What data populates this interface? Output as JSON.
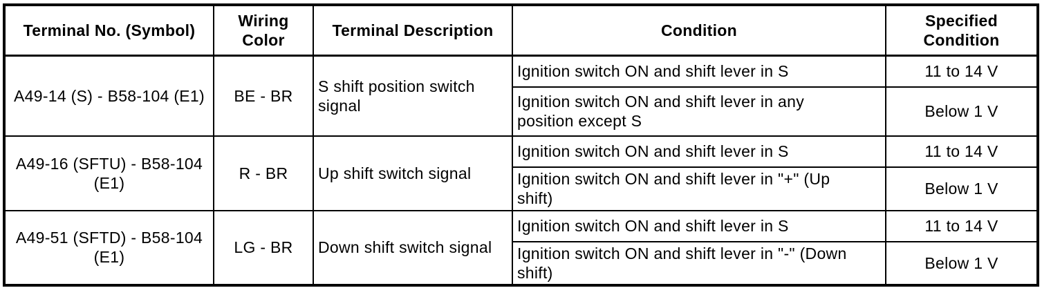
{
  "colors": {
    "background": "#ffffff",
    "border": "#000000",
    "text": "#000000"
  },
  "table": {
    "headers": [
      "Terminal No. (Symbol)",
      "Wiring Color",
      "Terminal Description",
      "Condition",
      "Specified Condition"
    ],
    "rows": [
      {
        "terminal": "A49-14 (S) - B58-104 (E1)",
        "wiring_color": "BE - BR",
        "description": "S shift position switch signal",
        "conditions": [
          {
            "condition": "Ignition switch ON and shift lever in S",
            "specified": "11 to 14 V"
          },
          {
            "condition": "Ignition switch ON and shift lever in any\nposition except S",
            "specified": "Below 1 V"
          }
        ]
      },
      {
        "terminal": "A49-16 (SFTU) - B58-104 (E1)",
        "wiring_color": "R - BR",
        "description": "Up shift switch signal",
        "conditions": [
          {
            "condition": "Ignition switch ON and shift lever in S",
            "specified": "11 to 14 V"
          },
          {
            "condition": "Ignition switch ON and shift lever in \"+\" (Up\nshift)",
            "specified": "Below 1 V"
          }
        ]
      },
      {
        "terminal": "A49-51 (SFTD) - B58-104 (E1)",
        "wiring_color": "LG - BR",
        "description": "Down shift switch signal",
        "conditions": [
          {
            "condition": "Ignition switch ON and shift lever in S",
            "specified": "11 to 14 V"
          },
          {
            "condition": "Ignition switch ON and shift lever in \"-\" (Down\nshift)",
            "specified": "Below 1 V"
          }
        ]
      }
    ]
  }
}
